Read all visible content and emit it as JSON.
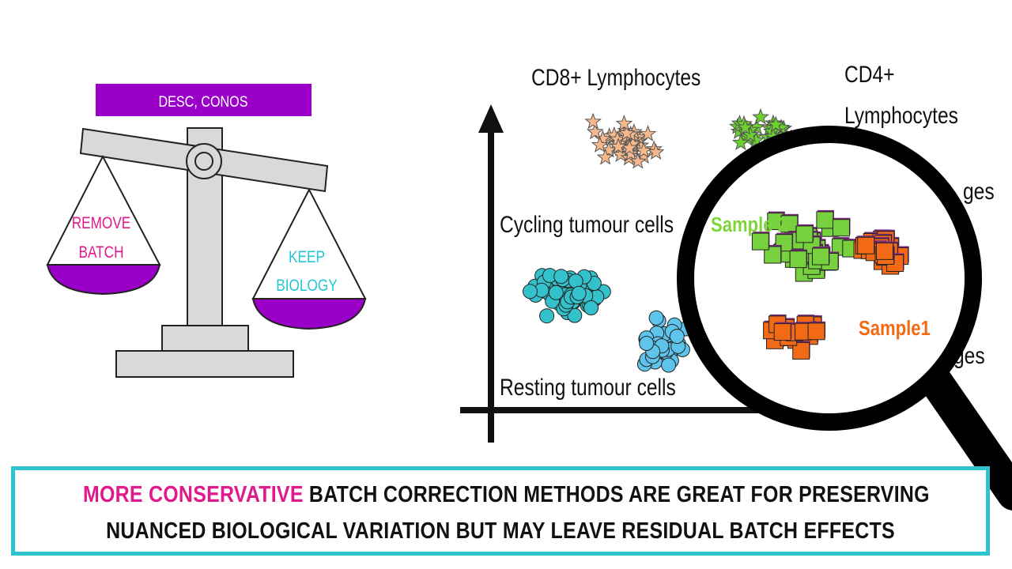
{
  "scale": {
    "banner_text": "DESC, CONOS",
    "left_pan_label_line1": "REMOVE",
    "left_pan_label_line2": "BATCH",
    "right_pan_label_line1": "KEEP",
    "right_pan_label_line2": "BIOLOGY",
    "colors": {
      "banner": "#9b00c8",
      "pan_fill": "#9b00c8",
      "frame": "#d9d9d9",
      "remove_text": "#e0198c",
      "keep_text": "#22c7d6"
    }
  },
  "plot": {
    "labels": {
      "cd8": "CD8+ Lymphocytes",
      "cd4_line1": "CD4+",
      "cd4_line2": "Lymphocytes",
      "cycling": "Cycling tumour cells",
      "resting": "Resting tumour cells",
      "macrophages_top": "ges",
      "macrophages_bottom": "ges"
    },
    "colors": {
      "cd8": "#f7b98c",
      "cd4": "#6ad12d",
      "cycling": "#33c2cc",
      "resting": "#5ec4ec"
    }
  },
  "magnifier": {
    "sample2_label": "Sample 2",
    "sample1_label": "Sample1",
    "colors": {
      "sample2": "#77d13e",
      "sample1": "#f26a16",
      "sample2_text": "#7ed53a",
      "sample1_text": "#f26a16"
    }
  },
  "caption": {
    "highlight": "MORE CONSERVATIVE",
    "line1_rest": " BATCH CORRECTION METHODS ARE GREAT FOR PRESERVING",
    "line2": "NUANCED BIOLOGICAL VARIATION BUT MAY LEAVE RESIDUAL BATCH EFFECTS"
  }
}
